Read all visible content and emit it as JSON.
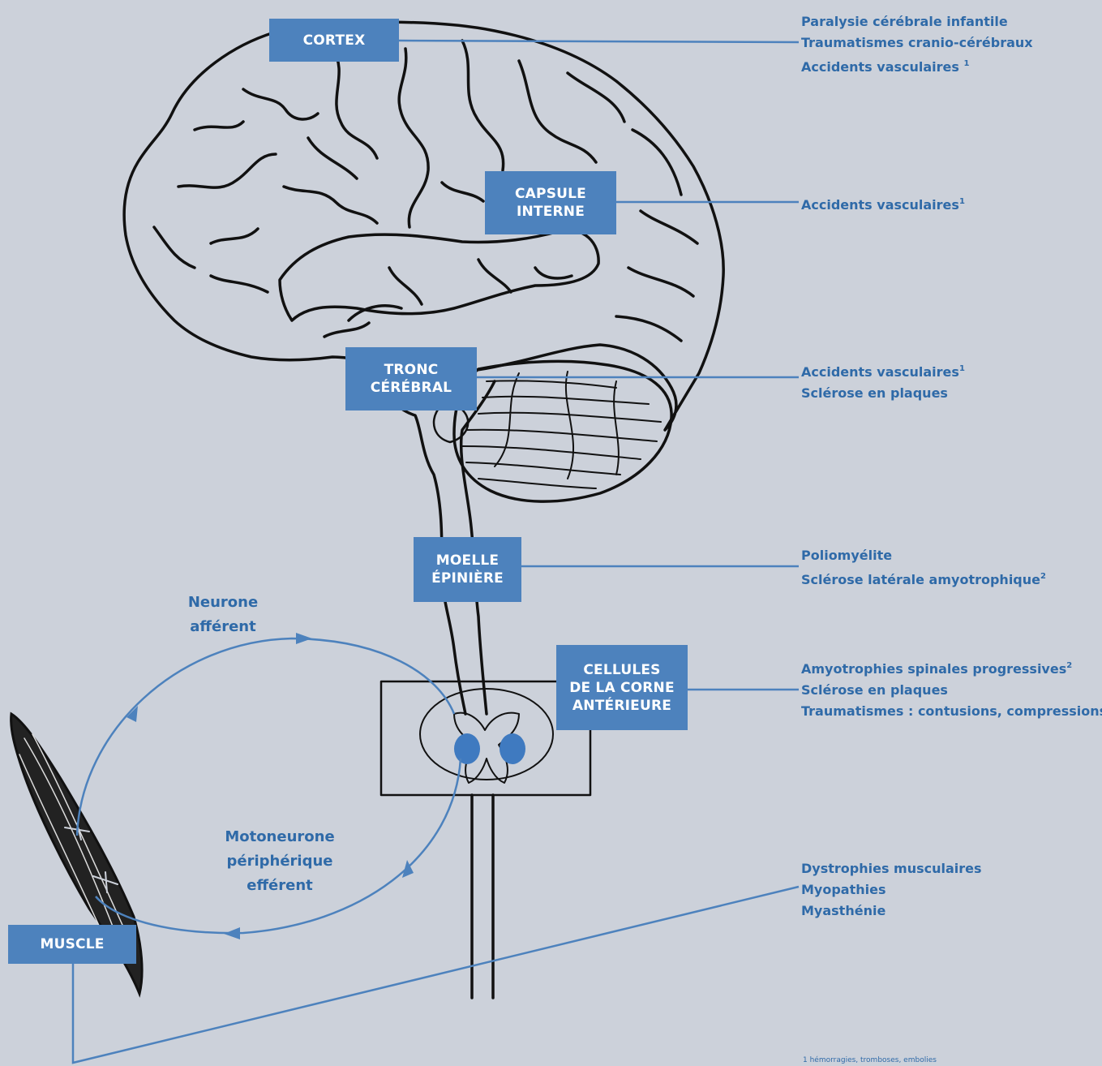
{
  "colors": {
    "background": "#ccd1da",
    "box": "#4d82bd",
    "line": "#4d82bd",
    "text": "#2f6aa8",
    "ink": "#000000"
  },
  "labels": {
    "cortex": [
      "CORTEX"
    ],
    "capsule": [
      "CAPSULE",
      "INTERNE"
    ],
    "tronc": [
      "TRONC",
      "CÉRÉBRAL"
    ],
    "moelle": [
      "MOELLE",
      "ÉPINIÈRE"
    ],
    "cellules": [
      "CELLULES",
      "DE LA CORNE",
      "ANTÉRIEURE"
    ],
    "muscle": [
      "MUSCLE"
    ]
  },
  "notes": {
    "cortex": [
      "Paralysie cérébrale infantile",
      "Traumatismes cranio-cérébraux",
      "Accidents vasculaires"
    ],
    "capsule": [
      "Accidents vasculaires"
    ],
    "tronc": [
      "Accidents vasculaires",
      "Sclérose en plaques"
    ],
    "moelle": [
      "Poliomyélite",
      "Sclérose latérale amyotrophique"
    ],
    "cellules": [
      "Amyotrophies spinales progressives",
      "Sclérose en plaques",
      "Traumatismes : contusions, compressions"
    ],
    "muscle": [
      "Dystrophies musculaires",
      "Myopathies",
      "Myasthénie"
    ]
  },
  "superscripts": {
    "one": "1",
    "two": "2"
  },
  "neurons": {
    "afferent": [
      "Neurone",
      "afférent"
    ],
    "efferent": [
      "Motoneurone",
      "périphérique",
      "efférent"
    ]
  },
  "footnote": "1 hémorragies, tromboses, embolies"
}
